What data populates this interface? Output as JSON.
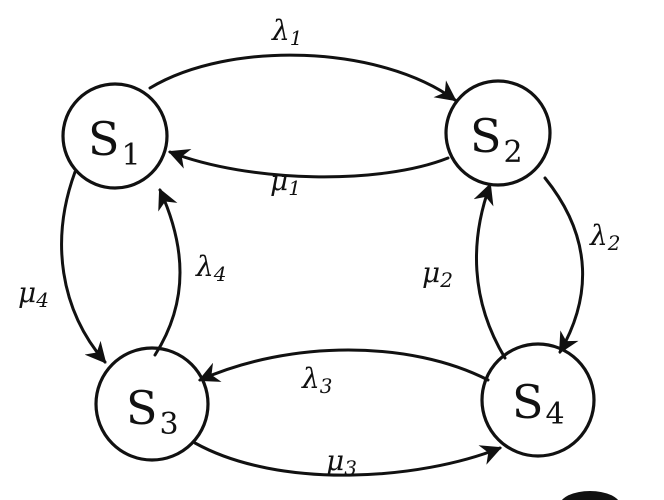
{
  "states": [
    {
      "id": "s1",
      "symbol": "S",
      "sub": "1"
    },
    {
      "id": "s2",
      "symbol": "S",
      "sub": "2"
    },
    {
      "id": "s3",
      "symbol": "S",
      "sub": "3"
    },
    {
      "id": "s4",
      "symbol": "S",
      "sub": "4"
    }
  ],
  "transitions": [
    {
      "from": "S1",
      "to": "S2",
      "symbol": "λ",
      "sub": "1"
    },
    {
      "from": "S2",
      "to": "S1",
      "symbol": "μ",
      "sub": "1"
    },
    {
      "from": "S2",
      "to": "S4",
      "symbol": "λ",
      "sub": "2"
    },
    {
      "from": "S4",
      "to": "S2",
      "symbol": "μ",
      "sub": "2"
    },
    {
      "from": "S4",
      "to": "S3",
      "symbol": "λ",
      "sub": "3"
    },
    {
      "from": "S3",
      "to": "S4",
      "symbol": "μ",
      "sub": "3"
    },
    {
      "from": "S3",
      "to": "S1",
      "symbol": "λ",
      "sub": "4"
    },
    {
      "from": "S1",
      "to": "S3",
      "symbol": "μ",
      "sub": "4"
    }
  ],
  "style": {
    "ink": "#111111",
    "background": "#ffffff"
  }
}
